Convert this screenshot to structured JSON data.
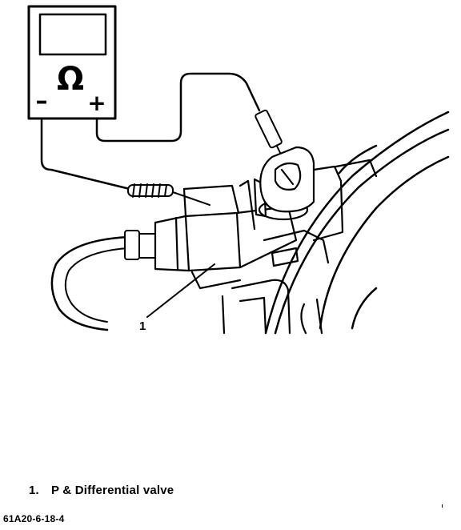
{
  "meter": {
    "symbol": "Ω",
    "negative_label": "–",
    "positive_label": "+"
  },
  "callouts": [
    {
      "number": "1"
    }
  ],
  "legend": [
    {
      "number": "1.",
      "text": "P & Differential valve"
    }
  ],
  "figure_id": "61A20-6-18-4",
  "colors": {
    "ink": "#000000",
    "paper": "#ffffff"
  }
}
